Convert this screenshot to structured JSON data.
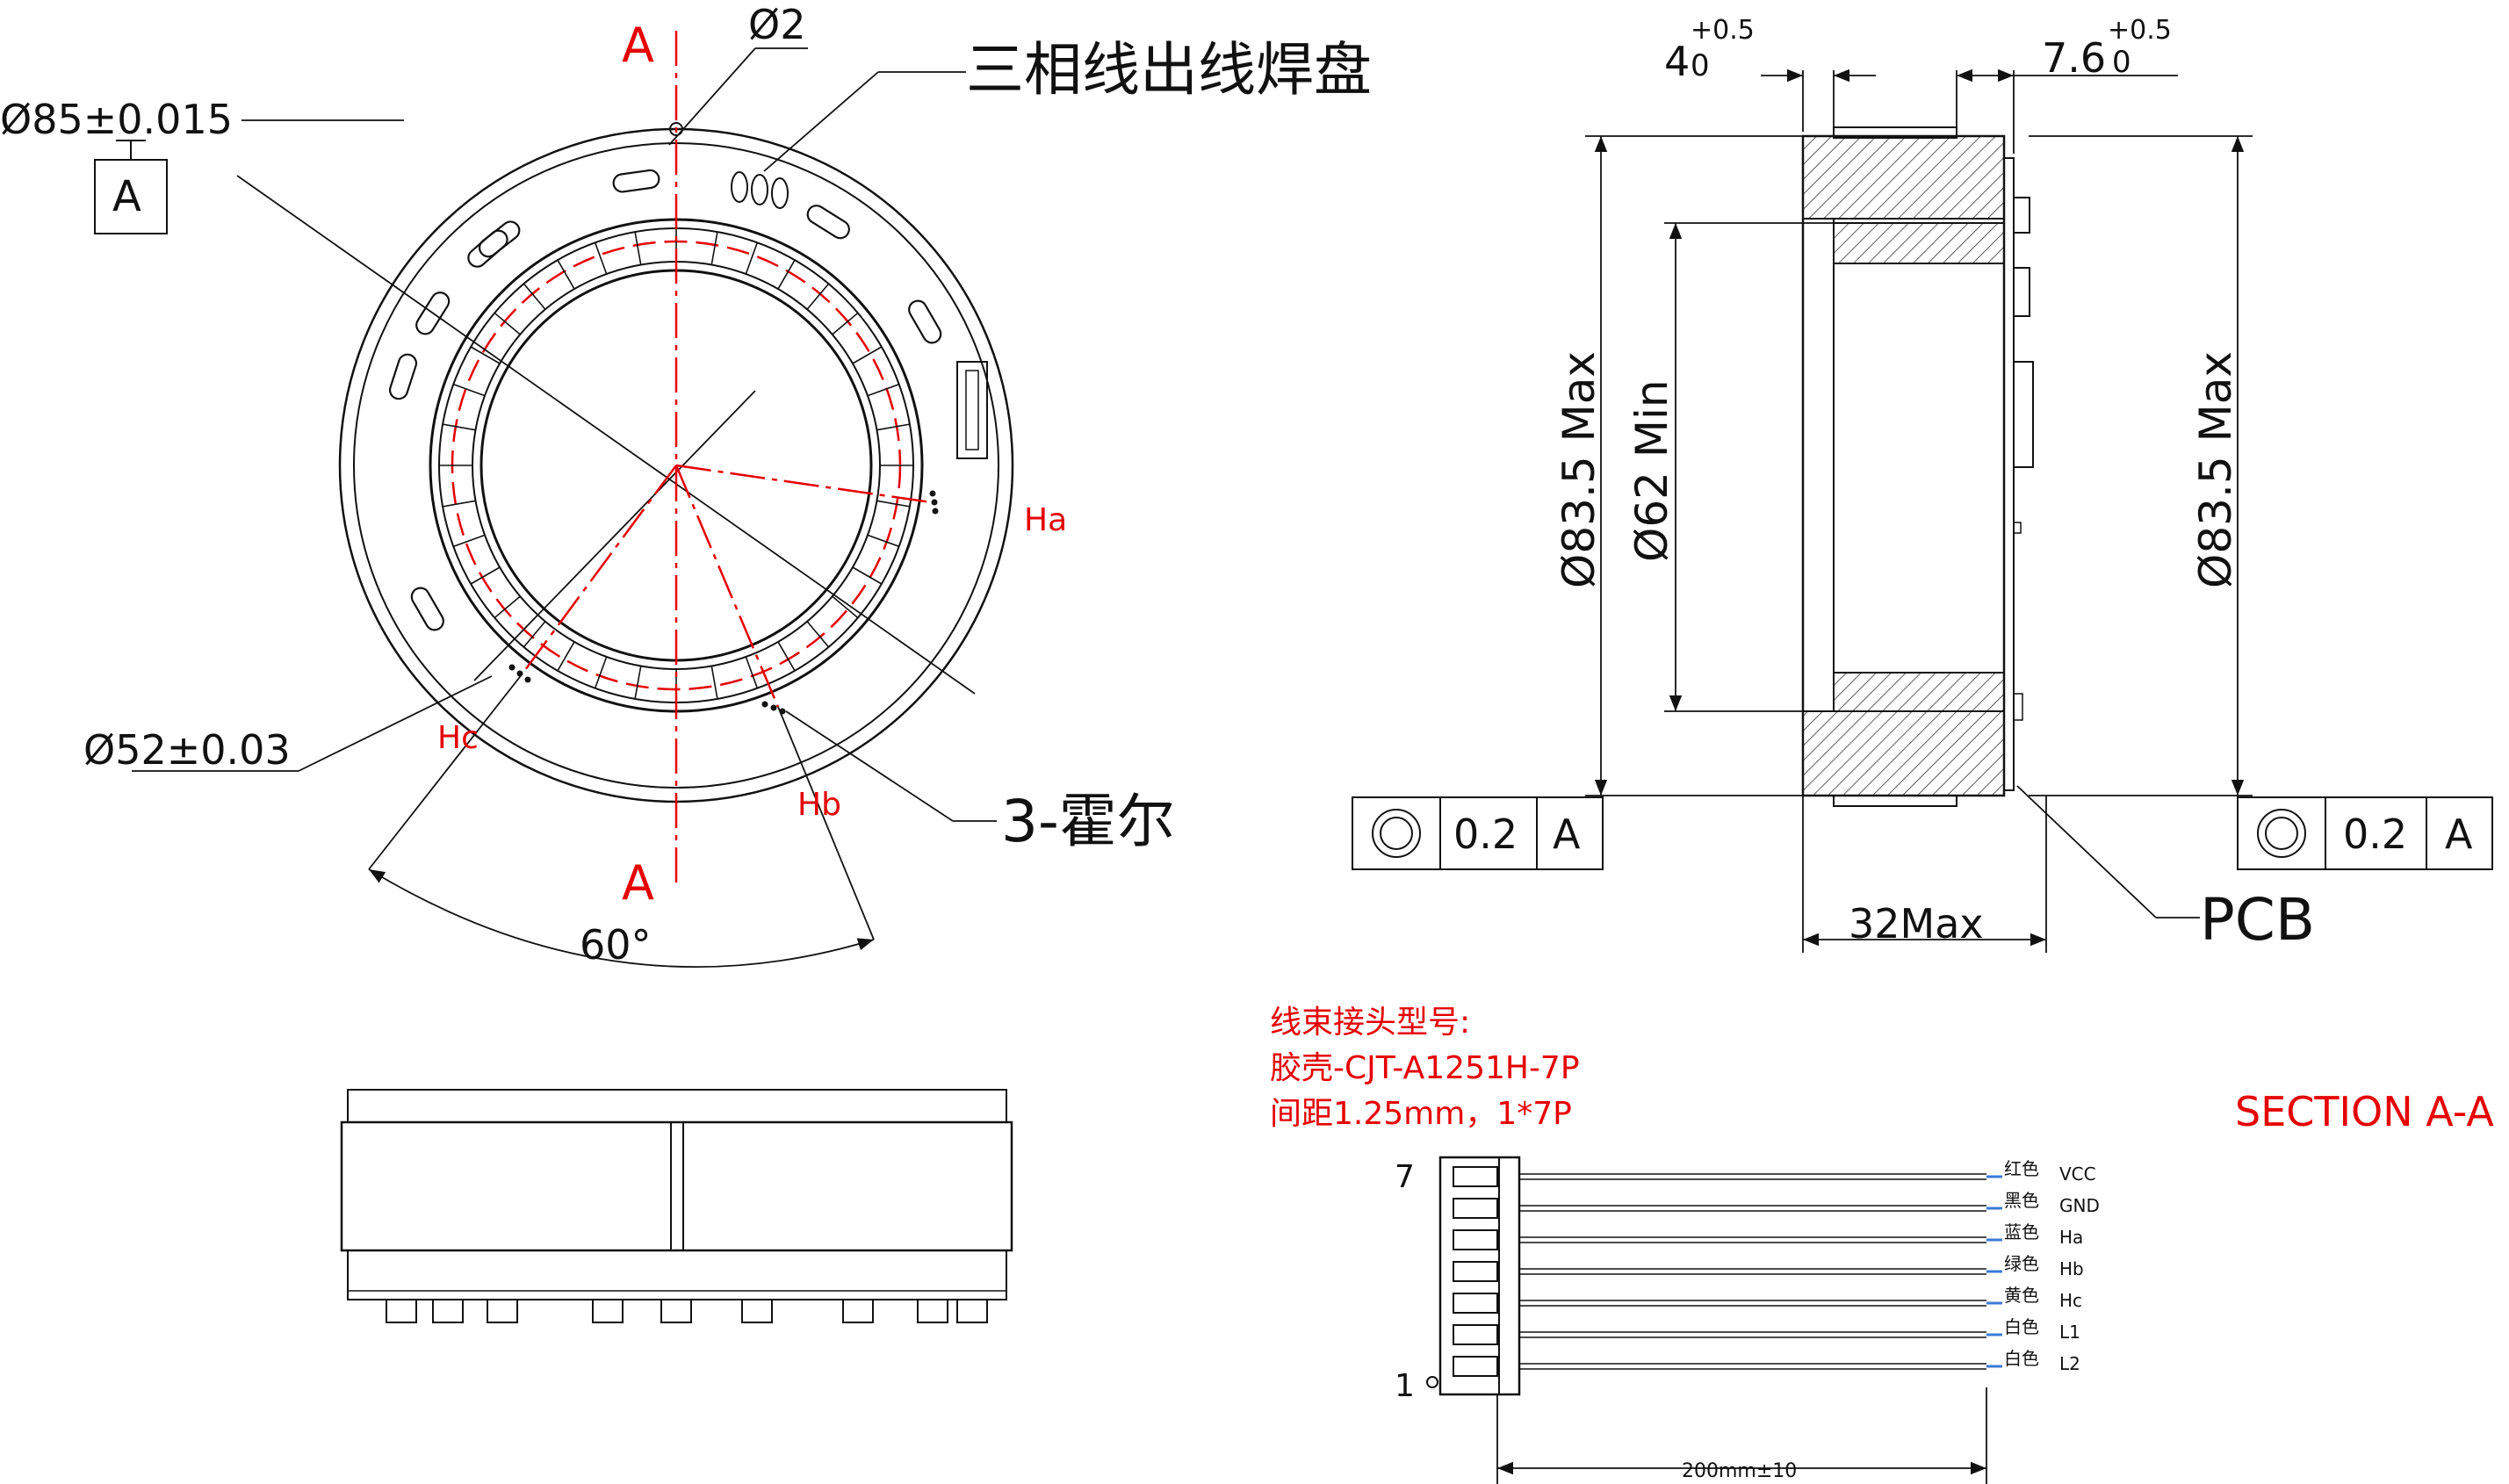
{
  "front_view": {
    "dia_outer": "Ø85±0.015",
    "datum": "A",
    "dia_hole": "Ø2",
    "solder_pads": "三相线出线焊盘",
    "dia_inner": "Ø52±0.03",
    "hall": "3-霍尔",
    "angle": "60°",
    "section_mark": "A",
    "hall_a": "Ha",
    "hall_b": "Hb",
    "hall_c": "Hc"
  },
  "section_view": {
    "tol_left_base": "4",
    "tol_left_sub": "0",
    "tol_left_sup": "+0.5",
    "tol_right_base": "7.6",
    "tol_right_sub": "0",
    "tol_right_sup": "+0.5",
    "dia_max_left": "Ø83.5 Max",
    "dia_min": "Ø62 Min",
    "dia_max_right": "Ø83.5 Max",
    "length": "32Max",
    "pcb": "PCB",
    "fcf_value": "0.2",
    "fcf_datum": "A",
    "title": "SECTION A-A"
  },
  "harness_note": {
    "line1": "线束接头型号:",
    "line2": "胶壳-CJT-A1251H-7P",
    "line3": "间距1.25mm，1*7P"
  },
  "connector": {
    "pin_top": "7",
    "pin_bottom": "1",
    "length": "200mm±10",
    "wires": [
      {
        "color": "红色",
        "signal": "VCC"
      },
      {
        "color": "黑色",
        "signal": "GND"
      },
      {
        "color": "蓝色",
        "signal": "Ha"
      },
      {
        "color": "绿色",
        "signal": "Hb"
      },
      {
        "color": "黄色",
        "signal": "Hc"
      },
      {
        "color": "白色",
        "signal": "L1"
      },
      {
        "color": "白色",
        "signal": "L2"
      }
    ]
  }
}
